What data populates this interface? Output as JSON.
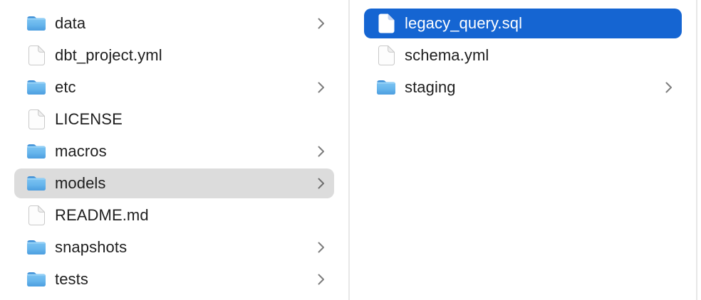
{
  "window": {
    "kind": "finder-column-view"
  },
  "colors": {
    "selection_blue": "#1565d2",
    "selection_gray": "#dcdcdc",
    "divider": "#e7e7e7",
    "text": "#1e1e1e",
    "text_on_selection": "#ffffff",
    "chevron": "#7d7d7d",
    "folder_blue": "#66b5ec"
  },
  "columns": [
    {
      "name": "left",
      "items": [
        {
          "name": "data",
          "icon": "folder-icon",
          "has_chevron": true,
          "selected": false
        },
        {
          "name": "dbt_project.yml",
          "icon": "document-icon",
          "has_chevron": false,
          "selected": false
        },
        {
          "name": "etc",
          "icon": "folder-icon",
          "has_chevron": true,
          "selected": false
        },
        {
          "name": "LICENSE",
          "icon": "document-icon",
          "has_chevron": false,
          "selected": false
        },
        {
          "name": "macros",
          "icon": "folder-icon",
          "has_chevron": true,
          "selected": false
        },
        {
          "name": "models",
          "icon": "folder-icon",
          "has_chevron": true,
          "selected": "gray"
        },
        {
          "name": "README.md",
          "icon": "document-icon",
          "has_chevron": false,
          "selected": false
        },
        {
          "name": "snapshots",
          "icon": "folder-icon",
          "has_chevron": true,
          "selected": false
        },
        {
          "name": "tests",
          "icon": "folder-icon",
          "has_chevron": true,
          "selected": false
        }
      ]
    },
    {
      "name": "right",
      "items": [
        {
          "name": "legacy_query.sql",
          "icon": "document-icon",
          "has_chevron": false,
          "selected": "blue"
        },
        {
          "name": "schema.yml",
          "icon": "document-icon",
          "has_chevron": false,
          "selected": false
        },
        {
          "name": "staging",
          "icon": "folder-icon",
          "has_chevron": true,
          "selected": false
        }
      ]
    }
  ]
}
